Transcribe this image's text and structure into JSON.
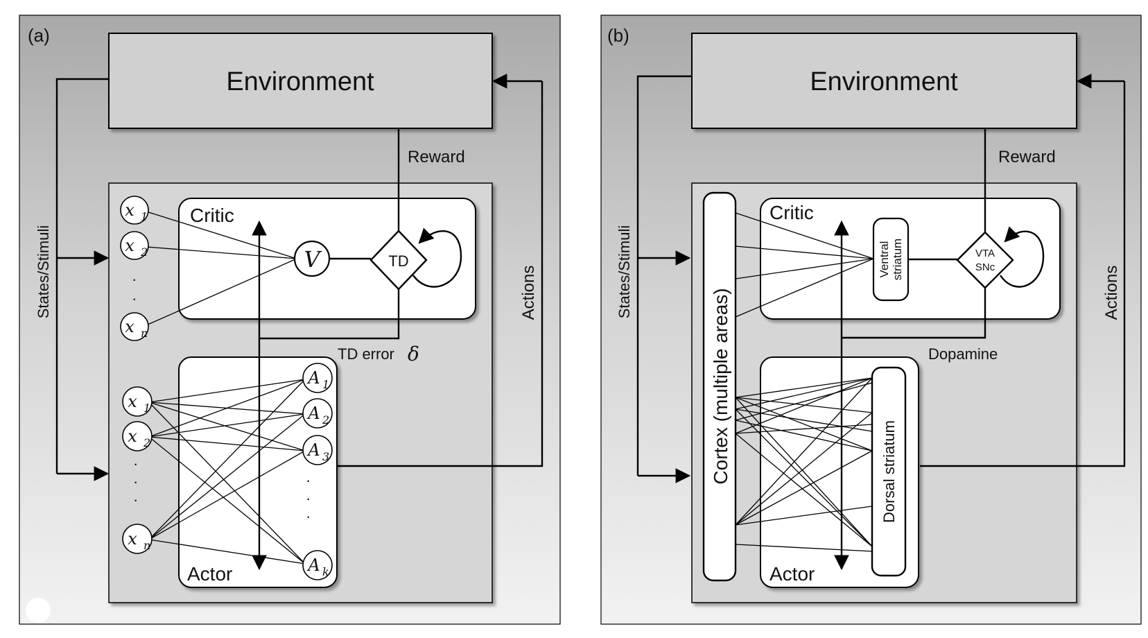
{
  "panel_a": {
    "label": "(a)",
    "environment": "Environment",
    "states_label": "States/Stimuli",
    "actions_label": "Actions",
    "reward_label": "Reward",
    "critic_label": "Critic",
    "actor_label": "Actor",
    "value_node": "V",
    "td_node": "TD",
    "td_error_label": "TD error",
    "delta_symbol": "δ",
    "critic_inputs": [
      "x",
      "x",
      "x"
    ],
    "critic_input_subscripts": [
      "1",
      "2",
      "n"
    ],
    "actor_inputs": [
      "x",
      "x",
      "x"
    ],
    "actor_input_subscripts": [
      "1",
      "2",
      "n"
    ],
    "actor_outputs": [
      "A",
      "A",
      "A",
      "A"
    ],
    "actor_output_subscripts": [
      "1",
      "2",
      "3",
      "k"
    ],
    "ellipsis": "·"
  },
  "panel_b": {
    "label": "(b)",
    "environment": "Environment",
    "states_label": "States/Stimuli",
    "actions_label": "Actions",
    "reward_label": "Reward",
    "critic_label": "Critic",
    "actor_label": "Actor",
    "cortex_label": "Cortex (multiple areas)",
    "ventral_line1": "Ventral",
    "ventral_line2": "striatum",
    "vta_line1": "VTA",
    "vta_line2": "SNc",
    "dopamine_label": "Dopamine",
    "dorsal_label": "Dorsal striatum"
  }
}
